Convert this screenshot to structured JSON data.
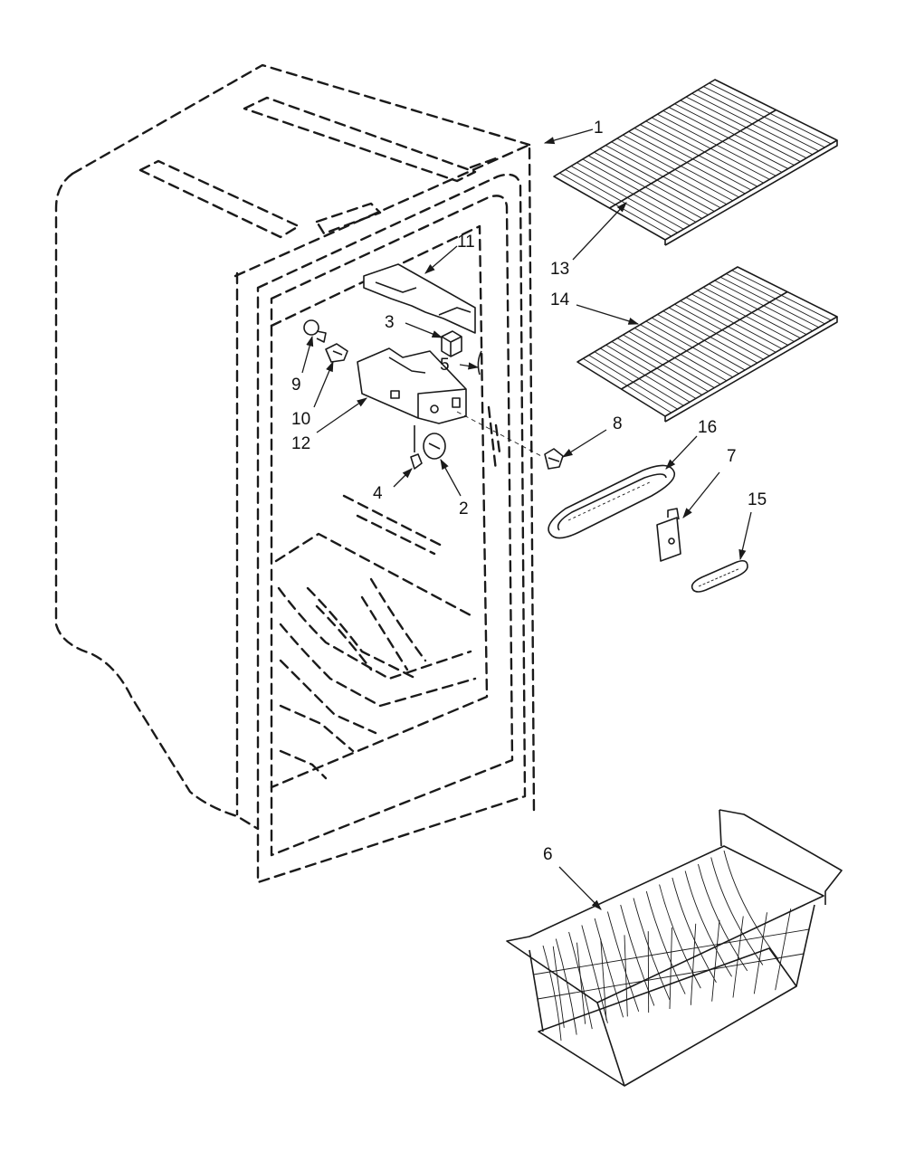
{
  "callouts": {
    "c1": "1",
    "c2": "2",
    "c3": "3",
    "c4": "4",
    "c5": "5",
    "c6": "6",
    "c7": "7",
    "c8": "8",
    "c9": "9",
    "c10": "10",
    "c11": "11",
    "c12": "12",
    "c13": "13",
    "c14": "14",
    "c15": "15",
    "c16": "16"
  },
  "colors": {
    "line": "#1a1a1a",
    "background": "#ffffff"
  }
}
